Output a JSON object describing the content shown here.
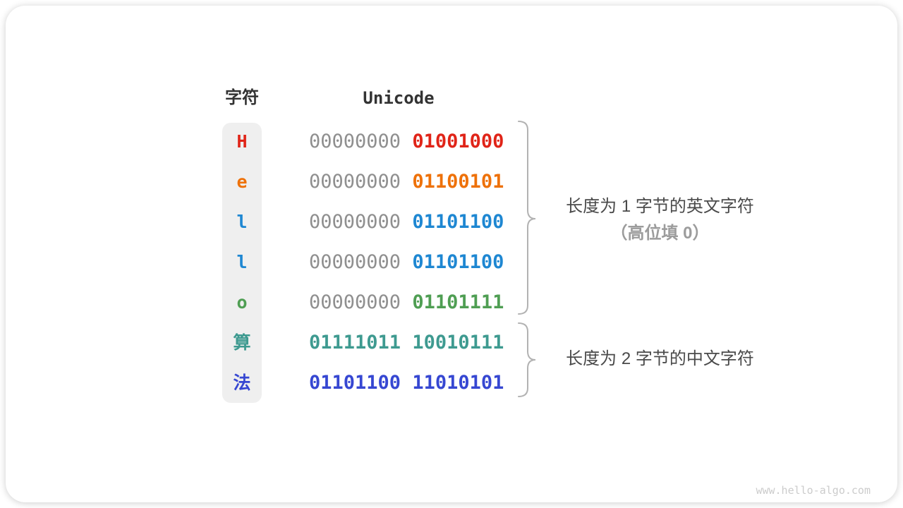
{
  "page": {
    "footer": "www.hello-algo.com"
  },
  "colors": {
    "gray_byte": "#8f8f8f",
    "header_text": "#333333",
    "annotation_dark": "#4a4a4a",
    "annotation_muted": "#9c9c9c",
    "brace": "#b2b2b2",
    "char_column_bg": "#efefef",
    "footer_text": "#cccccc"
  },
  "table": {
    "headers": {
      "char": "字符",
      "unicode": "Unicode"
    },
    "rows": [
      {
        "char": "H",
        "byte1": "00000000",
        "byte2": "01001000",
        "color": "#e02418",
        "byte1_colored": false
      },
      {
        "char": "e",
        "byte1": "00000000",
        "byte2": "01100101",
        "color": "#ee7109",
        "byte1_colored": false
      },
      {
        "char": "l",
        "byte1": "00000000",
        "byte2": "01101100",
        "color": "#1e87d2",
        "byte1_colored": false
      },
      {
        "char": "l",
        "byte1": "00000000",
        "byte2": "01101100",
        "color": "#1e87d2",
        "byte1_colored": false
      },
      {
        "char": "o",
        "byte1": "00000000",
        "byte2": "01101111",
        "color": "#4f9e53",
        "byte1_colored": false
      },
      {
        "char": "算",
        "byte1": "01111011",
        "byte2": "10010111",
        "color": "#3e9a90",
        "byte1_colored": true
      },
      {
        "char": "法",
        "byte1": "01101100",
        "byte2": "11010101",
        "color": "#3647d2",
        "byte1_colored": true
      }
    ]
  },
  "annotations": {
    "group1": {
      "line1": "长度为 1 字节的英文字符",
      "line2": "（高位填 0）"
    },
    "group2": {
      "line1": "长度为 2 字节的中文字符"
    }
  }
}
